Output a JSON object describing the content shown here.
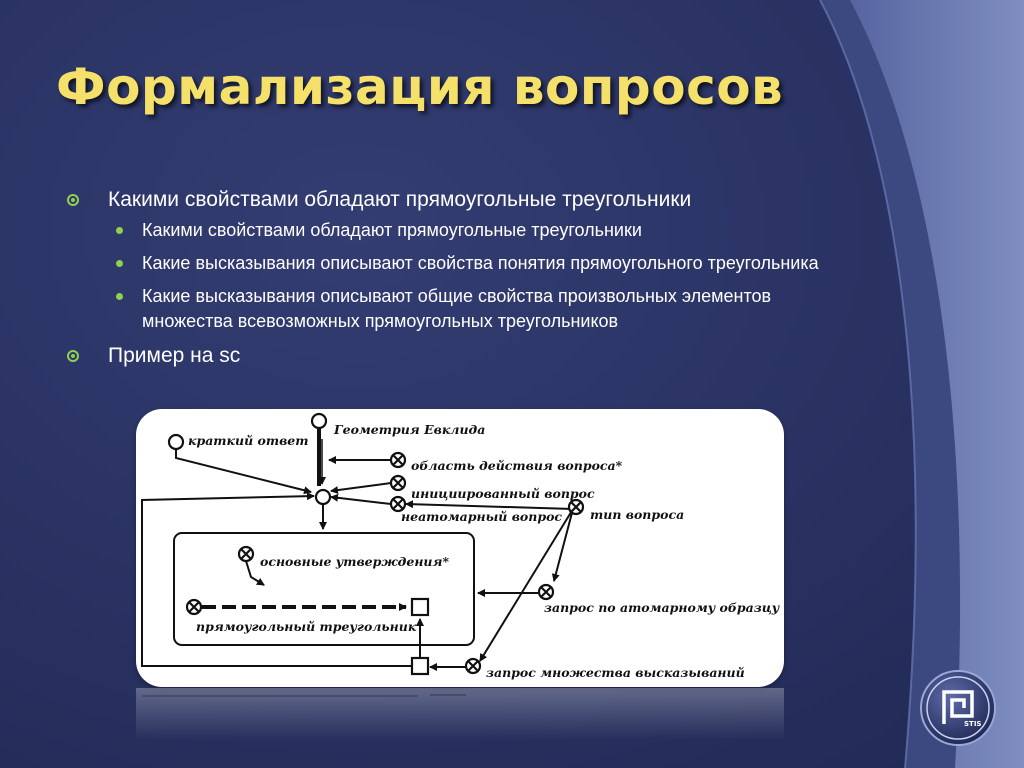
{
  "slide": {
    "title": "Формализация вопросов",
    "bullets": [
      {
        "text": "Какими свойствами обладают прямоугольные треугольники",
        "children": [
          "Какими свойствами обладают прямоугольные треугольники",
          "Какие высказывания описывают свойства понятия прямоугольного треугольника",
          "Какие высказывания описывают общие свойства произвольных элементов множества всевозможных прямоугольных треугольников"
        ]
      },
      {
        "text": "Пример на sc"
      }
    ]
  },
  "diagram": {
    "labels": {
      "short_answer": "краткий ответ",
      "euclid_geometry": "Геометрия Евклида",
      "question_scope": "область действия вопроса*",
      "initiated_question": "инициированный вопрос",
      "nonatomic_question": "неатомарный вопрос",
      "question_type": "тип вопроса",
      "main_statements": "основные утверждения*",
      "atomic_pattern_query": "запрос по атомарному образцу",
      "right_triangle": "прямоугольный треугольник",
      "statements_set_query": "запрос множества высказываний"
    }
  },
  "logo": {
    "text": "STIS"
  },
  "colors": {
    "background": "#2a3364",
    "title": "#f5e16a",
    "bullet": "#8fd14f",
    "panel": "#ffffff"
  }
}
